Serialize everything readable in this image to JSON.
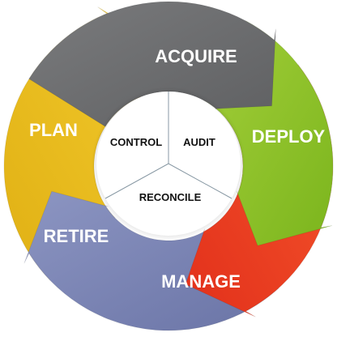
{
  "stages": [
    {
      "key": "acquire",
      "label": "ACQUIRE",
      "color": "#5f6062",
      "color_light": "#7a7b7d"
    },
    {
      "key": "deploy",
      "label": "DEPLOY",
      "color": "#7bb51d",
      "color_light": "#a4cf3a"
    },
    {
      "key": "manage",
      "label": "MANAGE",
      "color": "#e2301b",
      "color_light": "#f5562c"
    },
    {
      "key": "retire",
      "label": "RETIRE",
      "color": "#6a74a6",
      "color_light": "#8c95c2"
    },
    {
      "key": "plan",
      "label": "PLAN",
      "color": "#e0b014",
      "color_light": "#f3cb2d"
    }
  ],
  "hub": {
    "control": "CONTROL",
    "audit": "AUDIT",
    "reconcile": "RECONCILE",
    "background": "#ffffff",
    "divider_color": "#8a9aa5"
  }
}
